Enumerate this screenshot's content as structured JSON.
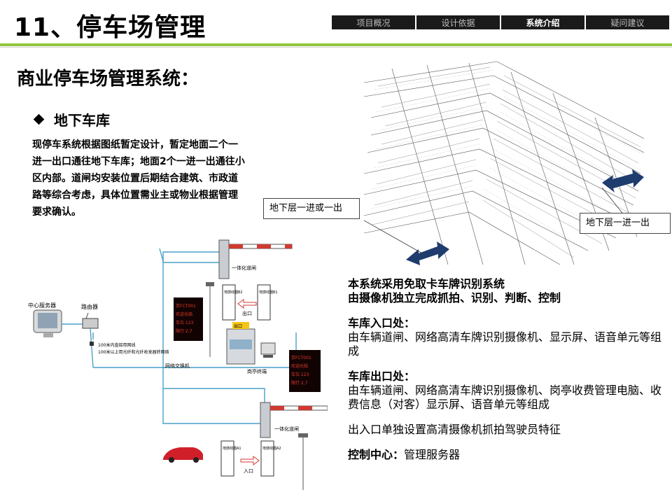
{
  "header": {
    "title": "11、停车场管理",
    "nav_tabs": [
      "项目概况",
      "设计依据",
      "系统介绍",
      "疑问建议"
    ],
    "active_tab": "系统介绍"
  },
  "subtitle": "商业停车场管理系统：",
  "section": {
    "title": "地下车库",
    "intro": "现停车系统根据图纸暂定设计，暂定地面二个一进一出口通往地下车库；地面2个一进一出通往小区内部。道闸均安装位置后期结合建筑、市政道路等综合考虑，具体位置需业主或物业根据管理要求确认。"
  },
  "map": {
    "callout_left": "地下层一进或一出",
    "callout_right": "地下层一进一出"
  },
  "desc": {
    "line1": "本系统采用免取卡车牌识别系统",
    "line2": "由摄像机独立完成抓拍、识别、判断、控制",
    "entrance_title": "车库入口处：",
    "entrance_body": "由车辆道闸、网络高清车牌识别摄像机、显示屏、语音单元等组成",
    "exit_title": "车库出口处：",
    "exit_body": "由车辆道闸、网络高清车牌识别摄像机、岗亭收费管理电脑、收费信息（对客）显示屏、语音单元等组成",
    "note": "出入口单独设置高清摄像机抓拍驾驶员特征",
    "control_title": "控制中心：",
    "control_body": "管理服务器"
  },
  "diagram": {
    "server_label": "中心服务器",
    "router_label": "路由器",
    "cable_note_1": "100米内直接用网线",
    "cable_note_2": "100米以上用光纤和光纤收发器转网络",
    "switch_label": "网络交换机",
    "gate_label": "一体化道闸",
    "gate_label_2": "一体化道闸",
    "booth_label": "岗亭终端",
    "exit_label": "出口",
    "entry_label": "入口",
    "led_text": "京FCT001 欢迎光临 车位 123 限行 2,7",
    "loop_b1": "地感线圈B1",
    "loop_b2": "地感线圈B2",
    "loop_a1": "地感线圈A1",
    "loop_a2": "地感线圈A2",
    "booth_sign": "出口",
    "colors": {
      "line": "#4aa0c8",
      "led_bg": "#120303",
      "led_text": "#e23a2a",
      "barrier_red": "#d03a30",
      "car": "#d11f2a"
    }
  },
  "colors": {
    "accent_green": "#8dc63f",
    "nav_bg": "#1a1a1a",
    "arrow": "#1f3c6e"
  }
}
